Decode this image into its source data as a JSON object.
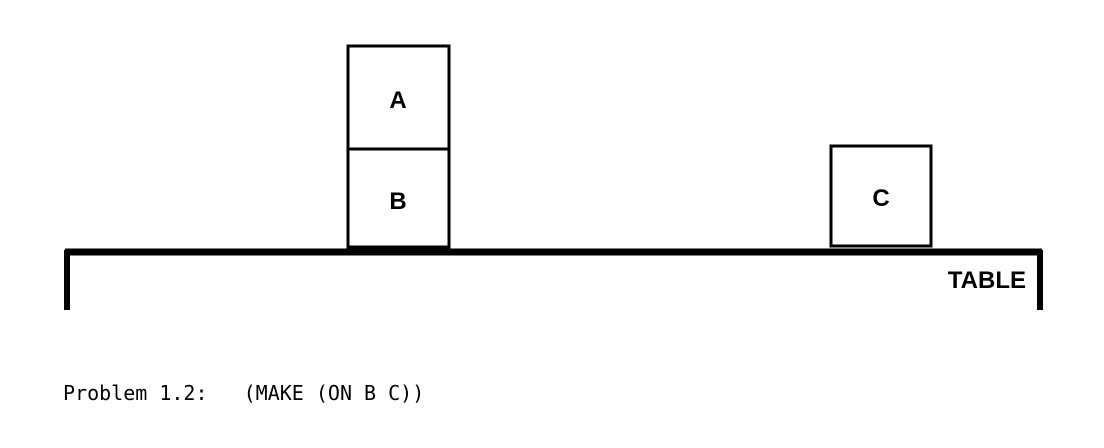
{
  "diagram": {
    "blocks": [
      {
        "id": "A",
        "label": "A"
      },
      {
        "id": "B",
        "label": "B"
      },
      {
        "id": "C",
        "label": "C"
      }
    ],
    "table_label": "TABLE",
    "caption": {
      "problem": "Problem 1.2:",
      "command": "(MAKE (ON B C))"
    },
    "colors": {
      "ink": "#000000",
      "background": "#ffffff"
    }
  }
}
